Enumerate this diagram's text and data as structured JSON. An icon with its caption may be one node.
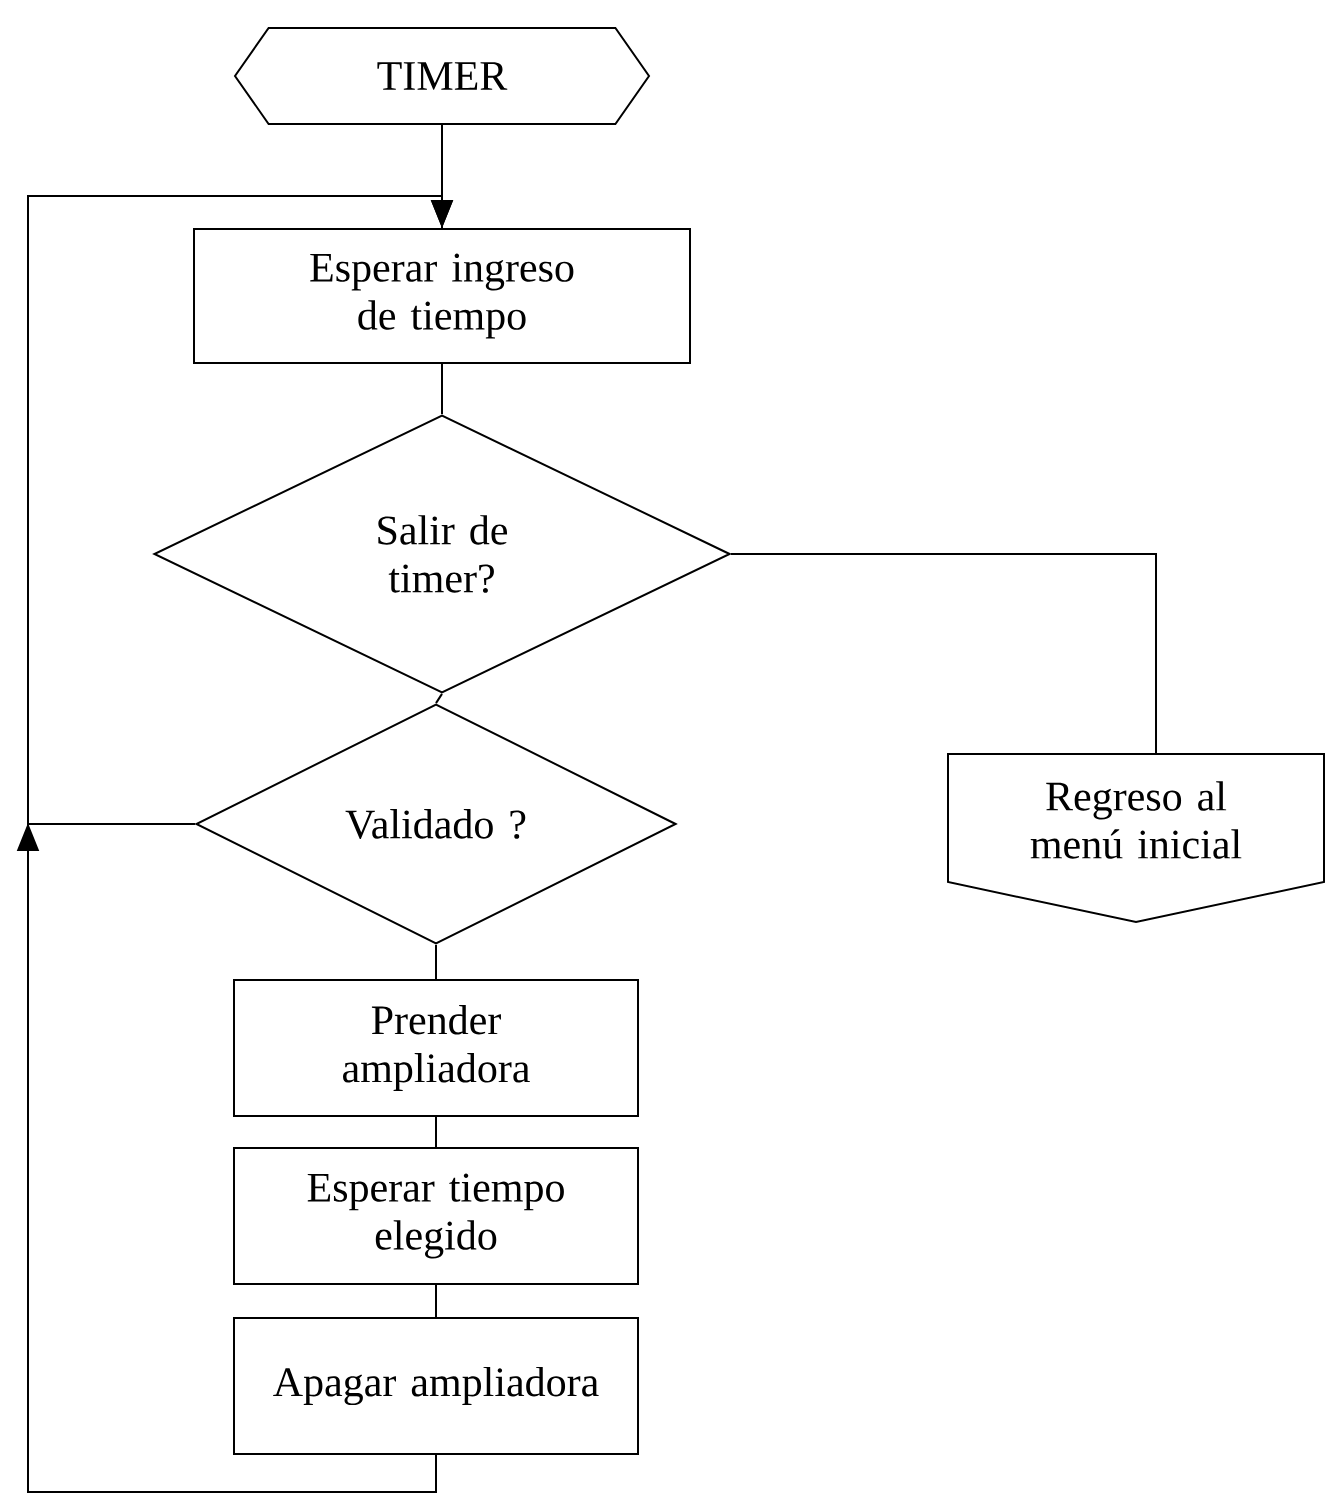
{
  "diagram": {
    "nodes": [
      {
        "text": [
          "TIMER"
        ]
      },
      {
        "text": [
          "Esperar ingreso de tiempo"
        ]
      },
      {
        "text": [
          "Salir de timer?"
        ]
      },
      {
        "text": [
          "Validado ?"
        ]
      },
      {
        "text": [
          "Regreso al menú inicial"
        ]
      },
      {
        "text": [
          "Prender ampliadora"
        ]
      },
      {
        "text": [
          "Esperar tiempo elegido"
        ]
      },
      {
        "text": [
          "Apagar ampliadora"
        ]
      }
    ],
    "edges": [
      {
        "from": 0,
        "to": 1,
        "arrow": "none"
      },
      {
        "from": 1,
        "to": 2,
        "arrow": "none"
      },
      {
        "from": 2,
        "to": 4,
        "arrow": "none"
      },
      {
        "from": 2,
        "to": 3,
        "arrow": "none"
      },
      {
        "from": 3,
        "to": 1,
        "arrow": "to"
      },
      {
        "from": 3,
        "to": 5,
        "arrow": "none"
      },
      {
        "from": 5,
        "to": 6,
        "arrow": "none"
      },
      {
        "from": 6,
        "to": 7,
        "arrow": "none"
      },
      {
        "from": 7,
        "to": 1,
        "arrow": "to"
      }
    ]
  }
}
